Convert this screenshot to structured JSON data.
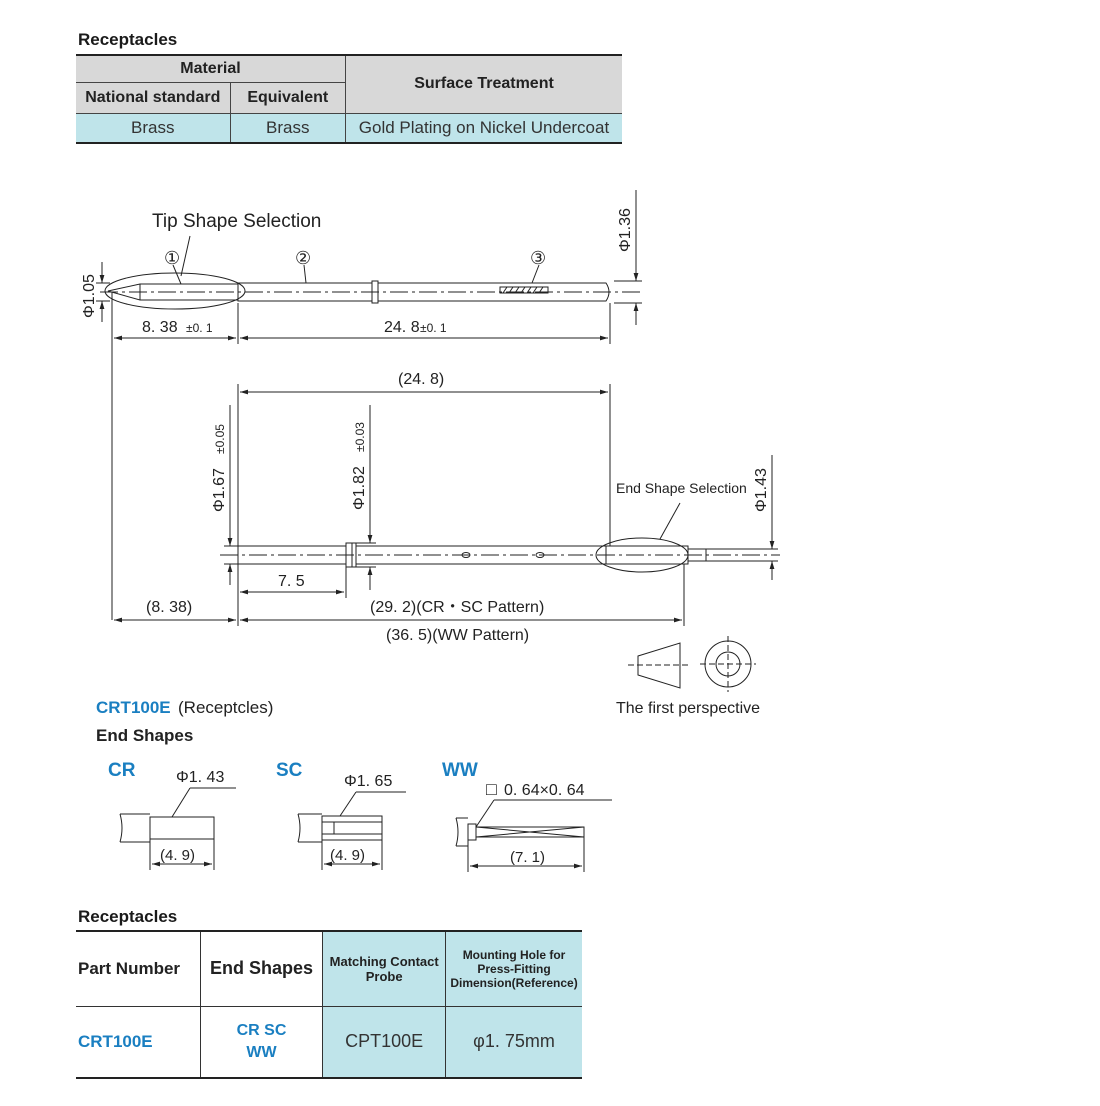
{
  "material_section": {
    "title": "Receptacles",
    "header_material": "Material",
    "header_national": "National standard",
    "header_equivalent": "Equivalent",
    "header_surface": "Surface Treatment",
    "value_national": "Brass",
    "value_equivalent": "Brass",
    "value_surface": "Gold Plating on Nickel Undercoat"
  },
  "drawing": {
    "tip_shape_label": "Tip Shape Selection",
    "marker_1": "①",
    "marker_2": "②",
    "marker_3": "③",
    "dia_105": "Φ1.05",
    "dia_136": "Φ1.36",
    "dim_838_main": "8. 38",
    "dim_838_tol": "±0. 1",
    "dim_248_main": "24. 8",
    "dim_248_tol": "±0. 1",
    "dim_248_ref": "(24. 8)",
    "dia_167": "Φ1.67",
    "dia_167_tol": "±0.05",
    "dia_182": "Φ1.82",
    "dia_182_tol": "±0.03",
    "dia_143": "Φ1.43",
    "end_shape_label": "End Shape Selection",
    "dim_75": "7. 5",
    "dim_838_ref": "(8. 38)",
    "dim_292": "(29. 2)(CR・SC Pattern)",
    "dim_365": "(36. 5)(WW Pattern)",
    "perspective_label": "The first perspective"
  },
  "end_shapes": {
    "part_code": "CRT100E",
    "part_suffix": "(Receptcles)",
    "title": "End Shapes",
    "cr": {
      "name": "CR",
      "dia": "Φ1. 43",
      "len": "(4. 9)"
    },
    "sc": {
      "name": "SC",
      "dia": "Φ1. 65",
      "len": "(4. 9)"
    },
    "ww": {
      "name": "WW",
      "square_prefix": "□",
      "dia": "0. 64×0. 64",
      "len": "(7. 1)"
    }
  },
  "receptacles_table": {
    "title": "Receptacles",
    "col_part": "Part Number",
    "col_end": "End Shapes",
    "col_probe": "Matching Contact Probe",
    "col_hole": "Mounting Hole for Press-Fitting Dimension(Reference)",
    "part_number": "CRT100E",
    "end_shapes_line1": "CR SC",
    "end_shapes_line2": "WW",
    "probe": "CPT100E",
    "hole": "φ1. 75mm"
  },
  "colors": {
    "accent_blue": "#1a7fc1",
    "table_teal": "#bfe4ea",
    "header_grey": "#d8d8d8"
  }
}
